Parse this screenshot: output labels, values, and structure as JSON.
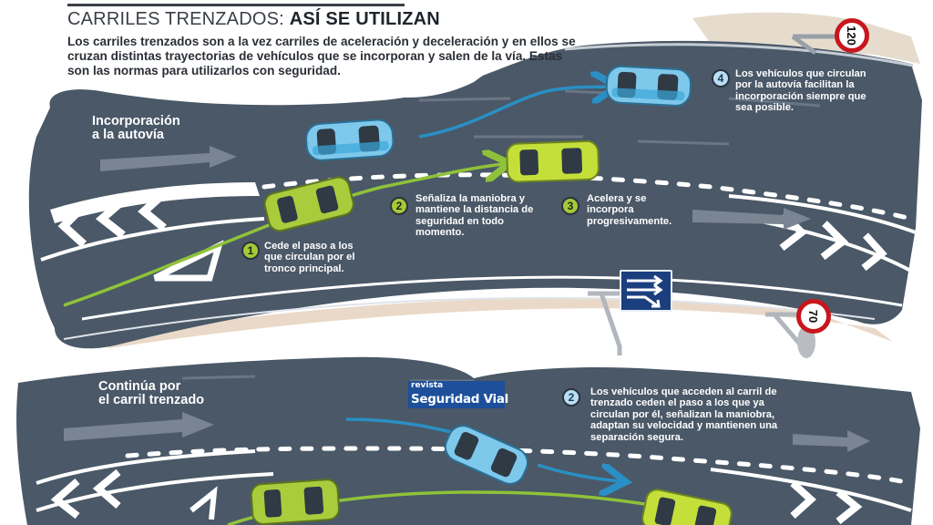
{
  "header": {
    "title_light": "CARRILES TRENZADOS: ",
    "title_bold": "ASÍ SE UTILIZAN",
    "intro": "Los carriles trenzados son a la vez carriles de aceleración y deceleración y en ellos se cruzan distintas trayectorias de vehículos que se incorporan y salen de la vía. Estas son las normas para utilizarlos con seguridad."
  },
  "section_top": {
    "title_line1": "Incorporación",
    "title_line2": "a la autovía",
    "steps": [
      {
        "number": "1",
        "color": "green",
        "text": "Cede el paso a los que circulan por el tronco principal."
      },
      {
        "number": "2",
        "color": "green",
        "text": "Señaliza la maniobra y mantiene la distancia de seguridad en todo momento."
      },
      {
        "number": "3",
        "color": "green",
        "text": "Acelera y se incorpora progresivamente."
      },
      {
        "number": "4",
        "color": "blue",
        "text": "Los vehículos que circulan por la autovía facilitan la incorporación siempre que sea posible."
      }
    ],
    "signs": {
      "speed_main": "120",
      "speed_ramp": "70",
      "lane_sign": "lane-merge-sign"
    }
  },
  "section_bottom": {
    "title_line1": "Continúa por",
    "title_line2": "el carril trenzado",
    "steps": [
      {
        "number": "2",
        "color": "blue",
        "text": "Los vehículos que acceden al carril de trenzado ceden el paso a los que ya circulan por él, señalizan la maniobra, adaptan su velocidad y mantienen una separación segura."
      }
    ]
  },
  "brand": {
    "line1": "revista",
    "line2": "Seguridad Vial"
  },
  "colors": {
    "road": "#4a5867",
    "road_dark": "#3b4754",
    "marking": "#ffffff",
    "car_green": "#a8cc3c",
    "car_blue": "#7ec8ec",
    "path_green": "#8fc23a",
    "path_blue": "#2a8fc4",
    "sign_red": "#c8161d",
    "sign_blue": "#1b3f7e",
    "ground_beige": "#e6dccd"
  }
}
